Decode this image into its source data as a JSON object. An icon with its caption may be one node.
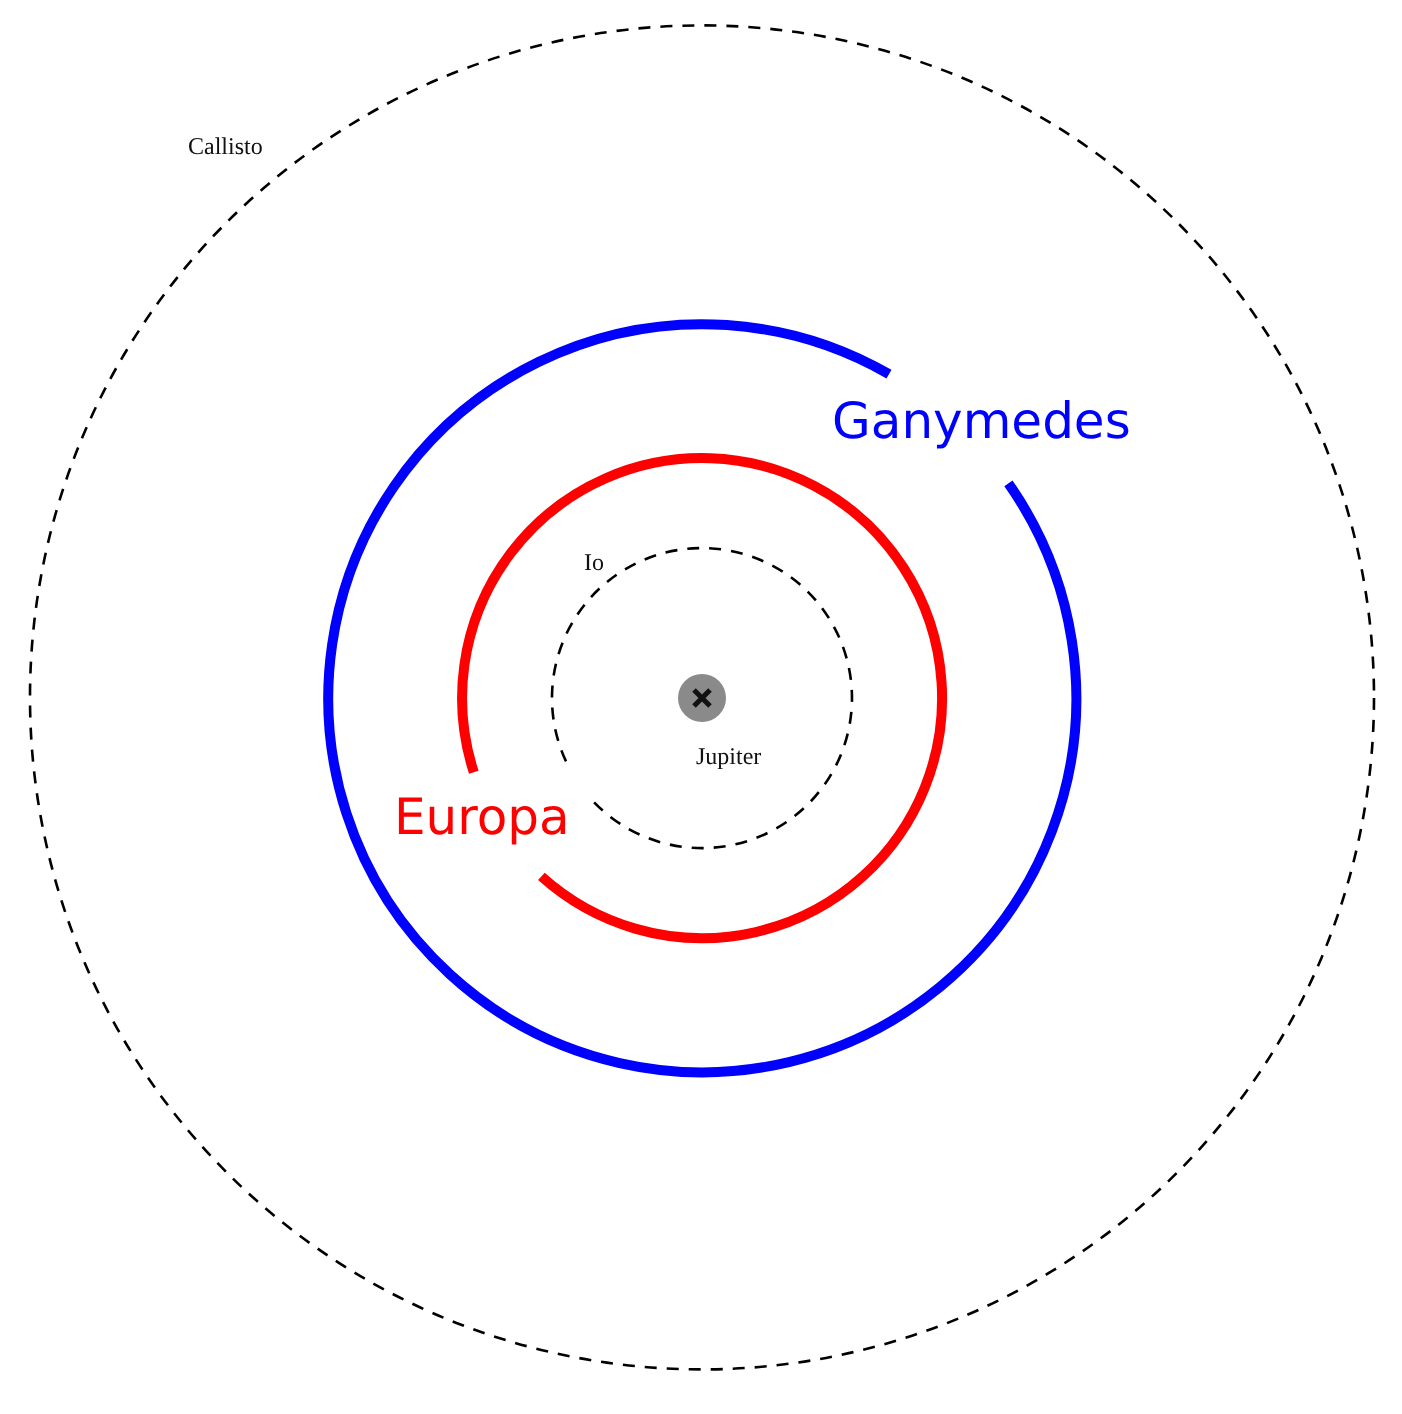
{
  "diagram": {
    "labels": [
      "Callisto",
      "Ganymedes",
      "Io",
      "Jupiter",
      "Europa"
    ]
  }
}
